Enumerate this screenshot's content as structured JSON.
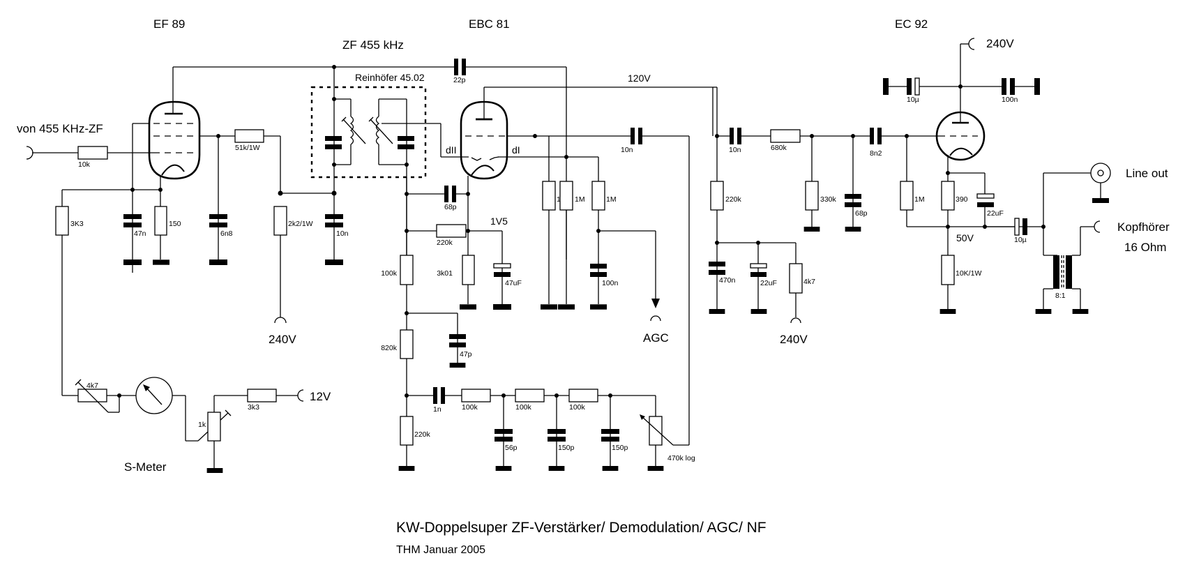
{
  "diagram": {
    "title": "KW-Doppelsuper  ZF-Verstärker/ Demodulation/ AGC/ NF",
    "subtitle": "THM Januar 2005",
    "tubes": {
      "ef89": "EF 89",
      "ebc81": "EBC 81",
      "ec92": "EC 92"
    },
    "headings": {
      "if_filter": "ZF 455 kHz",
      "if_module": "Reinhöfer 45.02",
      "input": "von 455 KHz-ZF",
      "s_meter": "S-Meter",
      "agc": "AGC",
      "line_out": "Line out",
      "headphones_line1": "Kopfhörer",
      "headphones_line2": "16 Ohm",
      "diode2": "dII",
      "diode1": "dI"
    },
    "voltages": {
      "supply_ef89": "240V",
      "supply_mid": "240V",
      "supply_ec92": "240V",
      "v120": "120V",
      "v1v5": "1V5",
      "v50": "50V",
      "v12": "12V"
    },
    "components": {
      "r_in": "10k",
      "r_screen": "51k/1W",
      "r_3k3": "3K3",
      "c_47n": "47n",
      "r_150": "150",
      "c_6n8": "6n8",
      "r_2k2": "2k2/1W",
      "c_10n_a": "10n",
      "c_22p": "22p",
      "c_68p_a": "68p",
      "r_220k_a": "220k",
      "r_100k_a": "100k",
      "r_3k01": "3k01",
      "c_47uF": "47uF",
      "r_1m_a": "1M",
      "r_1m_b": "1M",
      "r_1m_c": "1M",
      "c_100n_a": "100n",
      "c_10n_b": "10n",
      "r_820k": "820k",
      "c_47p": "47p",
      "c_1n": "1n",
      "r_100k_b": "100k",
      "r_100k_c": "100k",
      "r_100k_d": "100k",
      "r_220k_b": "220k",
      "c_56p": "56p",
      "c_150p_a": "150p",
      "c_150p_b": "150p",
      "pot_470k": "470k log",
      "c_10n_c": "10n",
      "r_680k": "680k",
      "r_220k_c": "220k",
      "r_330k": "330k",
      "c_68p_b": "68p",
      "c_8n2": "8n2",
      "c_470n": "470n",
      "c_22uF_a": "22uF",
      "r_4k7": "4k7",
      "c_10u_a": "10µ",
      "c_100n_b": "100n",
      "r_1m_d": "1M",
      "r_390": "390",
      "c_22uF_b": "22uF",
      "r_10k1w": "10K/1W",
      "c_10u_b": "10µ",
      "xfmr": "8:1",
      "pot_4k7": "4k7",
      "pot_1k": "1k",
      "r_3k3_b": "3k3"
    }
  }
}
